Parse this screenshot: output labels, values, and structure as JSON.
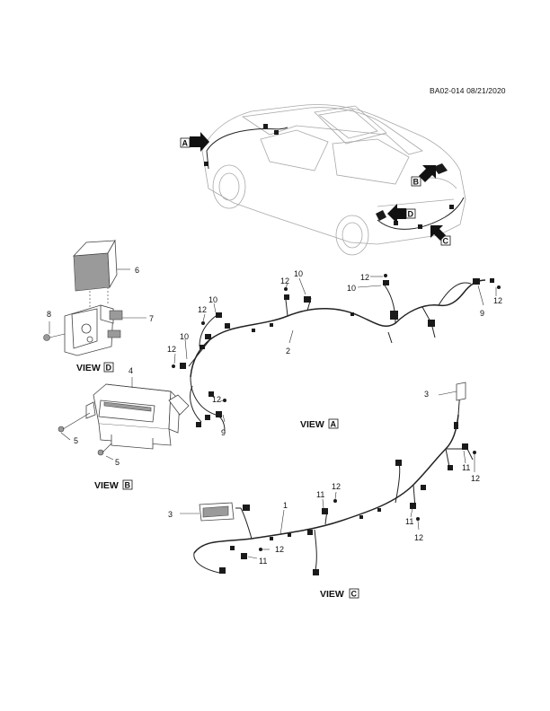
{
  "doc_id": "BA02-014 08/21/2020",
  "view_prefix": "VIEW",
  "views": {
    "A": "A",
    "B": "B",
    "C": "C",
    "D": "D"
  },
  "callouts": {
    "n1": "1",
    "n2": "2",
    "n3": "3",
    "n4": "4",
    "n5": "5",
    "n6": "6",
    "n7": "7",
    "n8": "8",
    "n9": "9",
    "n10": "10",
    "n11": "11",
    "n12": "12"
  }
}
